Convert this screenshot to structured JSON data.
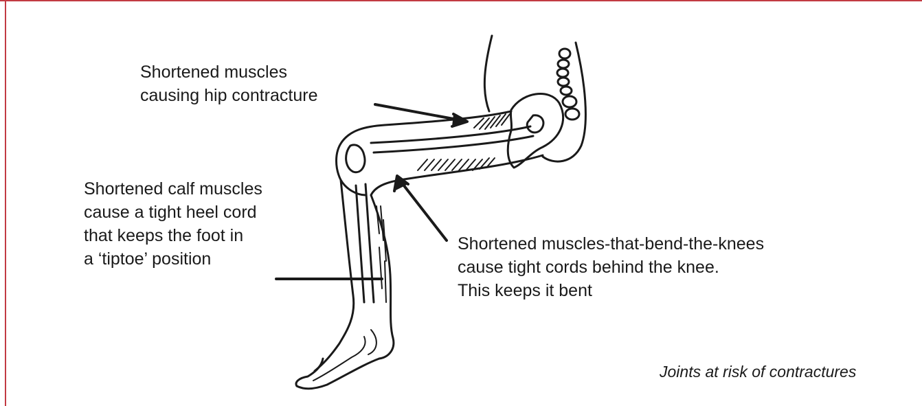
{
  "labels": {
    "hip": {
      "line1": "Shortened muscles",
      "line2": "causing hip contracture"
    },
    "calf": {
      "line1": "Shortened calf muscles",
      "line2": "cause a tight heel cord",
      "line3": "that keeps the foot in",
      "line4": "a ‘tiptoe’ position"
    },
    "knee": {
      "line1": "Shortened muscles-that-bend-the-knees",
      "line2": "cause tight cords behind the knee.",
      "line3": "This keeps it bent"
    }
  },
  "caption": "Joints at risk of contractures",
  "colors": {
    "frame_rule": "#c23a43",
    "ink": "#1a1a1a"
  }
}
